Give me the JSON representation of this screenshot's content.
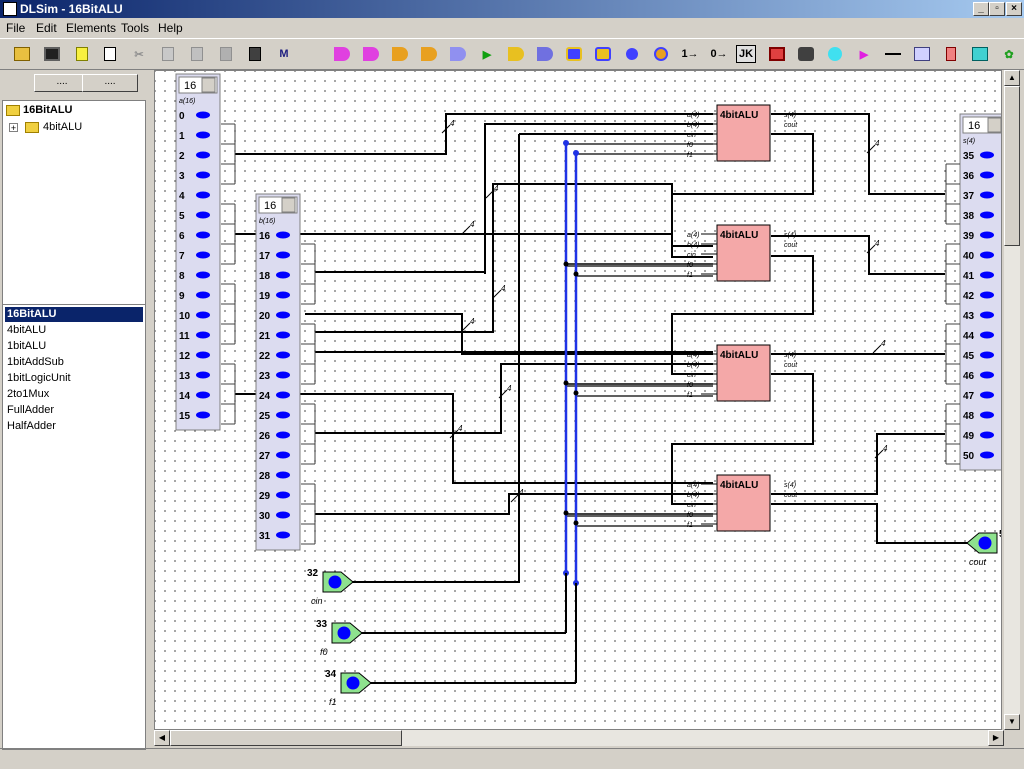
{
  "window": {
    "title": "DLSim - 16BitALU"
  },
  "menu": [
    "File",
    "Edit",
    "Elements",
    "Tools",
    "Help"
  ],
  "toolbar": {
    "buttons": [
      "open",
      "save",
      "new-module",
      "new",
      "cut",
      "copy",
      "paste",
      "delete",
      "print",
      "export",
      "and",
      "nand",
      "or",
      "nor",
      "xor",
      "buffer",
      "xnor",
      "xnor2",
      "led",
      "led2",
      "probe",
      "probe2",
      "const-one",
      "const-zero",
      "jk-flipflop",
      "register",
      "bus",
      "clock",
      "output",
      "wire",
      "label",
      "splitter",
      "merger",
      "plugin"
    ],
    "const_one_label": "1→",
    "const_zero_label": "0→",
    "jk_label": "JK"
  },
  "left": {
    "btn1": "....",
    "btn2": "....",
    "tree": {
      "root": "16BitALU",
      "child": "4bitALU",
      "expander": "+"
    },
    "modules": [
      "16BitALU",
      "4bitALU",
      "1bitALU",
      "1bitAddSub",
      "1bitLogicUnit",
      "2to1Mux",
      "FullAdder",
      "HalfAdder"
    ]
  },
  "circuit": {
    "inputA": {
      "width": "16",
      "label": "a(16)",
      "pins": [
        "0",
        "1",
        "2",
        "3",
        "4",
        "5",
        "6",
        "7",
        "8",
        "9",
        "10",
        "11",
        "12",
        "13",
        "14",
        "15"
      ]
    },
    "inputB": {
      "width": "16",
      "label": "b(16)",
      "pins": [
        "16",
        "17",
        "18",
        "19",
        "20",
        "21",
        "22",
        "23",
        "24",
        "25",
        "26",
        "27",
        "28",
        "29",
        "30",
        "31"
      ]
    },
    "output": {
      "width": "16",
      "label": "s(4)",
      "pins": [
        "35",
        "36",
        "37",
        "38",
        "39",
        "40",
        "41",
        "42",
        "43",
        "44",
        "45",
        "46",
        "47",
        "48",
        "49",
        "50"
      ]
    },
    "alu": {
      "title": "4bitALU",
      "inputs": [
        "a(4)",
        "b(4)",
        "cin",
        "f0",
        "f1"
      ],
      "outputs": [
        "s(4)",
        "cout"
      ]
    },
    "bus_width": "4",
    "ports": {
      "cin": {
        "num": "32",
        "name": "cin"
      },
      "f0": {
        "num": "33",
        "name": "f0"
      },
      "f1": {
        "num": "34",
        "name": "f1"
      },
      "cout": {
        "num": "5",
        "name": "cout"
      }
    },
    "colors": {
      "alu_fill": "#f4a8a8",
      "pin_fill": "#0000ff",
      "port_fill": "#8ee28e",
      "bus_blue": "#1f33e6",
      "panel": "#dcdcf0"
    }
  }
}
